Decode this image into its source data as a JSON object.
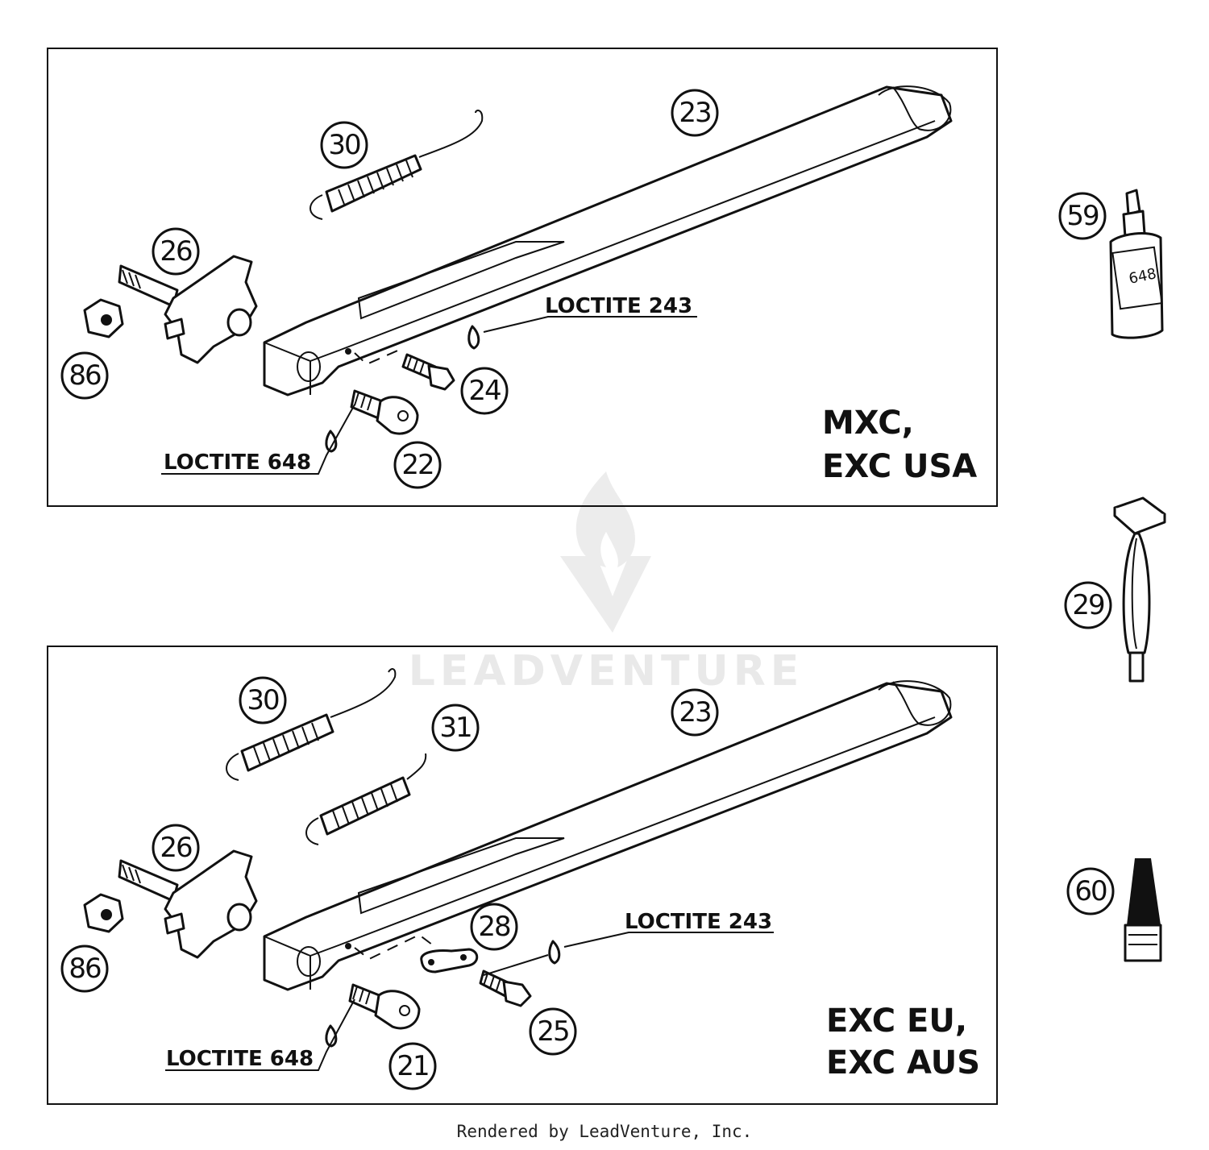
{
  "watermark": {
    "text": "LEADVENTURE"
  },
  "footer": {
    "text": "Rendered by LeadVenture, Inc."
  },
  "panels": [
    {
      "model_lines": [
        "MXC,",
        "EXC USA"
      ],
      "loctite_upper": "LOCTITE 243",
      "loctite_lower": "LOCTITE 648",
      "callouts": [
        "23",
        "30",
        "26",
        "86",
        "24",
        "22"
      ]
    },
    {
      "model_lines": [
        "EXC EU,",
        "EXC AUS"
      ],
      "loctite_upper": "LOCTITE 243",
      "loctite_lower": "LOCTITE 648",
      "callouts": [
        "30",
        "31",
        "23",
        "26",
        "86",
        "28",
        "25",
        "21"
      ]
    }
  ],
  "side_parts": {
    "callouts": [
      "59",
      "29",
      "60"
    ],
    "bottle_label": "648"
  }
}
